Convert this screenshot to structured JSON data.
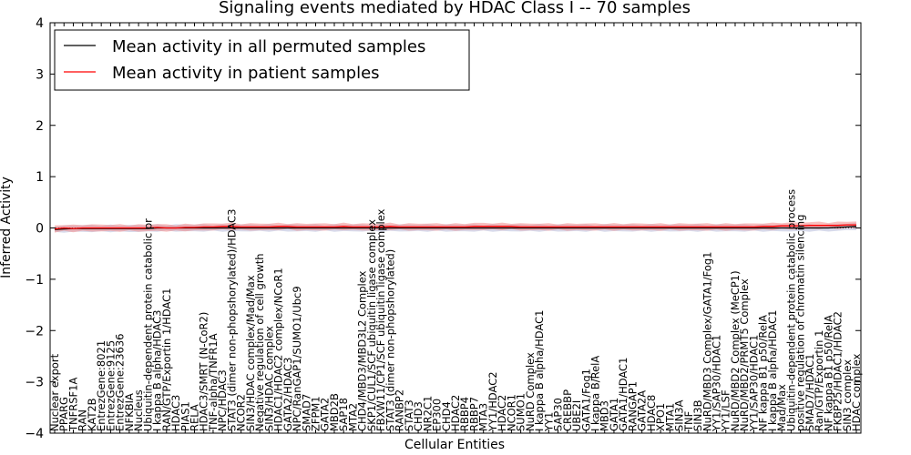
{
  "chart_data": {
    "type": "line",
    "title": "Signaling events mediated by HDAC Class I -- 70 samples",
    "xlabel": "Cellular Entities",
    "ylabel": "Inferred Activity",
    "ylim": [
      -4,
      4
    ],
    "yticks": [
      -4,
      -3,
      -2,
      -1,
      0,
      1,
      2,
      3,
      4
    ],
    "grid": false,
    "legend": {
      "position": "top-left",
      "entries": [
        {
          "label": "Mean activity in all permuted samples",
          "color": "#000000"
        },
        {
          "label": "Mean activity in patient samples",
          "color": "#ff0000"
        }
      ]
    },
    "categories": [
      "Nuclear export",
      "PPARG",
      "TNFRSF1A",
      "RAN",
      "KAT2B",
      "EntrezGene:8021",
      "EntrezGene:9125",
      "EntrezGene:23636",
      "NFKBIA",
      "Nucleus",
      "Ubiquitin-dependent protein catabolic pr",
      "I kappa B alpha/HDAC3",
      "RAN/GTP/Exportin 1/HDAC1",
      "HDAC3",
      "PIAS1",
      "RELA",
      "HDAC3/SMRT (N-CoR2)",
      "TNF-alpha/TNFR1A",
      "NPC/HDAC3",
      "STAT3 (dimer non-phopshorylated)/HDAC3",
      "NCOR2",
      "SIN3/HDAC complex/Mad/Max",
      "Negative regulation of cell growth",
      "SIN3/HDAC complex",
      "HDAC1/HDAC2 complex/NCoR1",
      "GATA2/HDAC3",
      "NPC/RanGAP1/SUMO1/Ubc9",
      "SMAD7",
      "ZFPM1",
      "GATA2",
      "MBD2B",
      "SAP18",
      "MTA2",
      "CHD4/MBD3/MBD3L2 Complex",
      "SKP1/CUL1/SCF ubiquitin ligase complex",
      "FBXW11/CP1/SCF ubiquitin ligase complex",
      "STAT3 (dimer non-phopshorylated)",
      "RANBP2",
      "STAT3",
      "CHD3",
      "NR2C1",
      "EP300",
      "CHD4",
      "HDAC2",
      "RBBP4",
      "RBBP7",
      "MTA3",
      "YY1/HDAC2",
      "HDAC2",
      "NCOR1",
      "SUMO1",
      "NuRD Complex",
      "I kappa B alpha/HDAC1",
      "YY1",
      "SAP30",
      "CREBBP",
      "UBE2I",
      "GATA1/Fog1",
      "I kappa B/RelA",
      "MBD3",
      "GATA1",
      "GATA1/HDAC1",
      "RANGAP1",
      "GATA2A",
      "HDAC8",
      "XPO1",
      "MTA1",
      "SIN3A",
      "TNF",
      "SIN3B",
      "NuRD/MBD3 Complex/GATA1/Fog1",
      "YY1/SAP30/HDAC1",
      "YY1/LSF",
      "NuRD/MBD2 Complex (MeCP1)",
      "NuRD/MBD2/PRMT5 Complex",
      "YY1/SAP30/HDAC1",
      "NF kappa B1 p50/RelA",
      "I kappa B alpha/HDAC1",
      "Mad/Max",
      "Ubiquitin-dependent protein catabolic process",
      "positive regulation of chromatin silencing",
      "SMAD7/HDAC1",
      "Ran/GTP/Exportin 1",
      "NF kappa B1 p50/RelA",
      "FKBP25/HDAC1/HDAC2",
      "SIN3 complex",
      "HDAC complex"
    ],
    "series": [
      {
        "name": "Mean activity in all permuted samples",
        "color": "#000000",
        "values": [
          -0.03,
          -0.02,
          -0.01,
          -0.01,
          -0.01,
          -0.01,
          -0.01,
          -0.01,
          -0.01,
          -0.01,
          -0.01,
          0,
          0,
          0,
          0,
          0,
          0,
          0,
          0,
          0,
          0,
          0,
          0,
          0,
          0,
          0,
          0,
          0,
          0,
          0,
          0,
          0,
          0,
          0,
          0,
          0,
          0,
          0,
          0,
          0,
          0,
          0,
          0,
          0,
          0,
          0,
          0,
          0,
          0,
          0,
          0,
          0,
          0,
          0,
          0,
          0,
          0,
          0,
          0,
          0,
          0,
          0,
          0,
          0,
          0,
          0,
          0,
          0,
          0,
          0,
          0,
          0,
          0,
          0,
          0,
          0,
          0,
          0,
          0,
          0,
          0,
          0,
          0,
          0,
          0.01,
          0.02,
          0.03
        ]
      },
      {
        "name": "Mean activity in patient samples",
        "color": "#ff0000",
        "values": [
          -0.02,
          0,
          -0.01,
          0,
          0,
          0,
          0,
          0,
          0,
          0,
          0,
          0.01,
          0,
          0,
          0.01,
          0.01,
          0.02,
          0.02,
          0.03,
          0.03,
          0.02,
          0.02,
          0.02,
          0.02,
          0.03,
          0.03,
          0.02,
          0.02,
          0.02,
          0.02,
          0.02,
          0.03,
          0.02,
          0.02,
          0.02,
          0.02,
          0.03,
          0.02,
          0.02,
          0.02,
          0.02,
          0.02,
          0.02,
          0.02,
          0.02,
          0.03,
          0.03,
          0.03,
          0.03,
          0.03,
          0.02,
          0.02,
          0.02,
          0.02,
          0.02,
          0.02,
          0.02,
          0.02,
          0.02,
          0.02,
          0.02,
          0.02,
          0.02,
          0.02,
          0.02,
          0.02,
          0.02,
          0.02,
          0.02,
          0.02,
          0.02,
          0.02,
          0.02,
          0.02,
          0.02,
          0.02,
          0.03,
          0.03,
          0.04,
          0.04,
          0.04,
          0.05,
          0.05,
          0.05,
          0.05,
          0.06,
          0.06
        ]
      }
    ]
  }
}
